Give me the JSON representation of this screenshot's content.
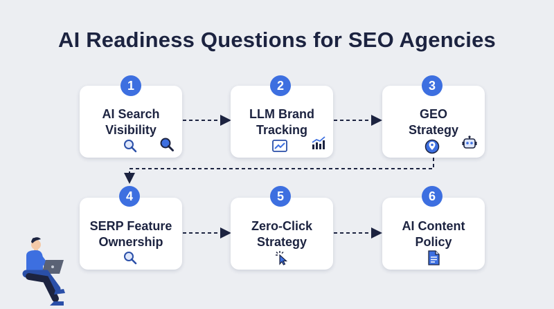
{
  "title": "AI Readiness Questions for SEO Agencies",
  "steps": [
    {
      "number": "1",
      "label": "AI Search\nVisibility",
      "icons": [
        "magnifier-icon",
        "search-icon"
      ]
    },
    {
      "number": "2",
      "label": "LLM Brand\nTracking",
      "icons": [
        "trend-chart-icon",
        "bar-chart-icon"
      ]
    },
    {
      "number": "3",
      "label": "GEO\nStrategy",
      "icons": [
        "location-pin-icon",
        "robot-icon"
      ]
    },
    {
      "number": "4",
      "label": "SERP Feature\nOwnership",
      "icons": [
        "magnifier-icon"
      ]
    },
    {
      "number": "5",
      "label": "Zero-Click\nStrategy",
      "icons": [
        "cursor-click-icon"
      ]
    },
    {
      "number": "6",
      "label": "AI Content\nPolicy",
      "icons": [
        "document-icon"
      ]
    }
  ],
  "colors": {
    "accent": "#3d6fe0",
    "text": "#1c2340",
    "background": "#eceef2"
  }
}
